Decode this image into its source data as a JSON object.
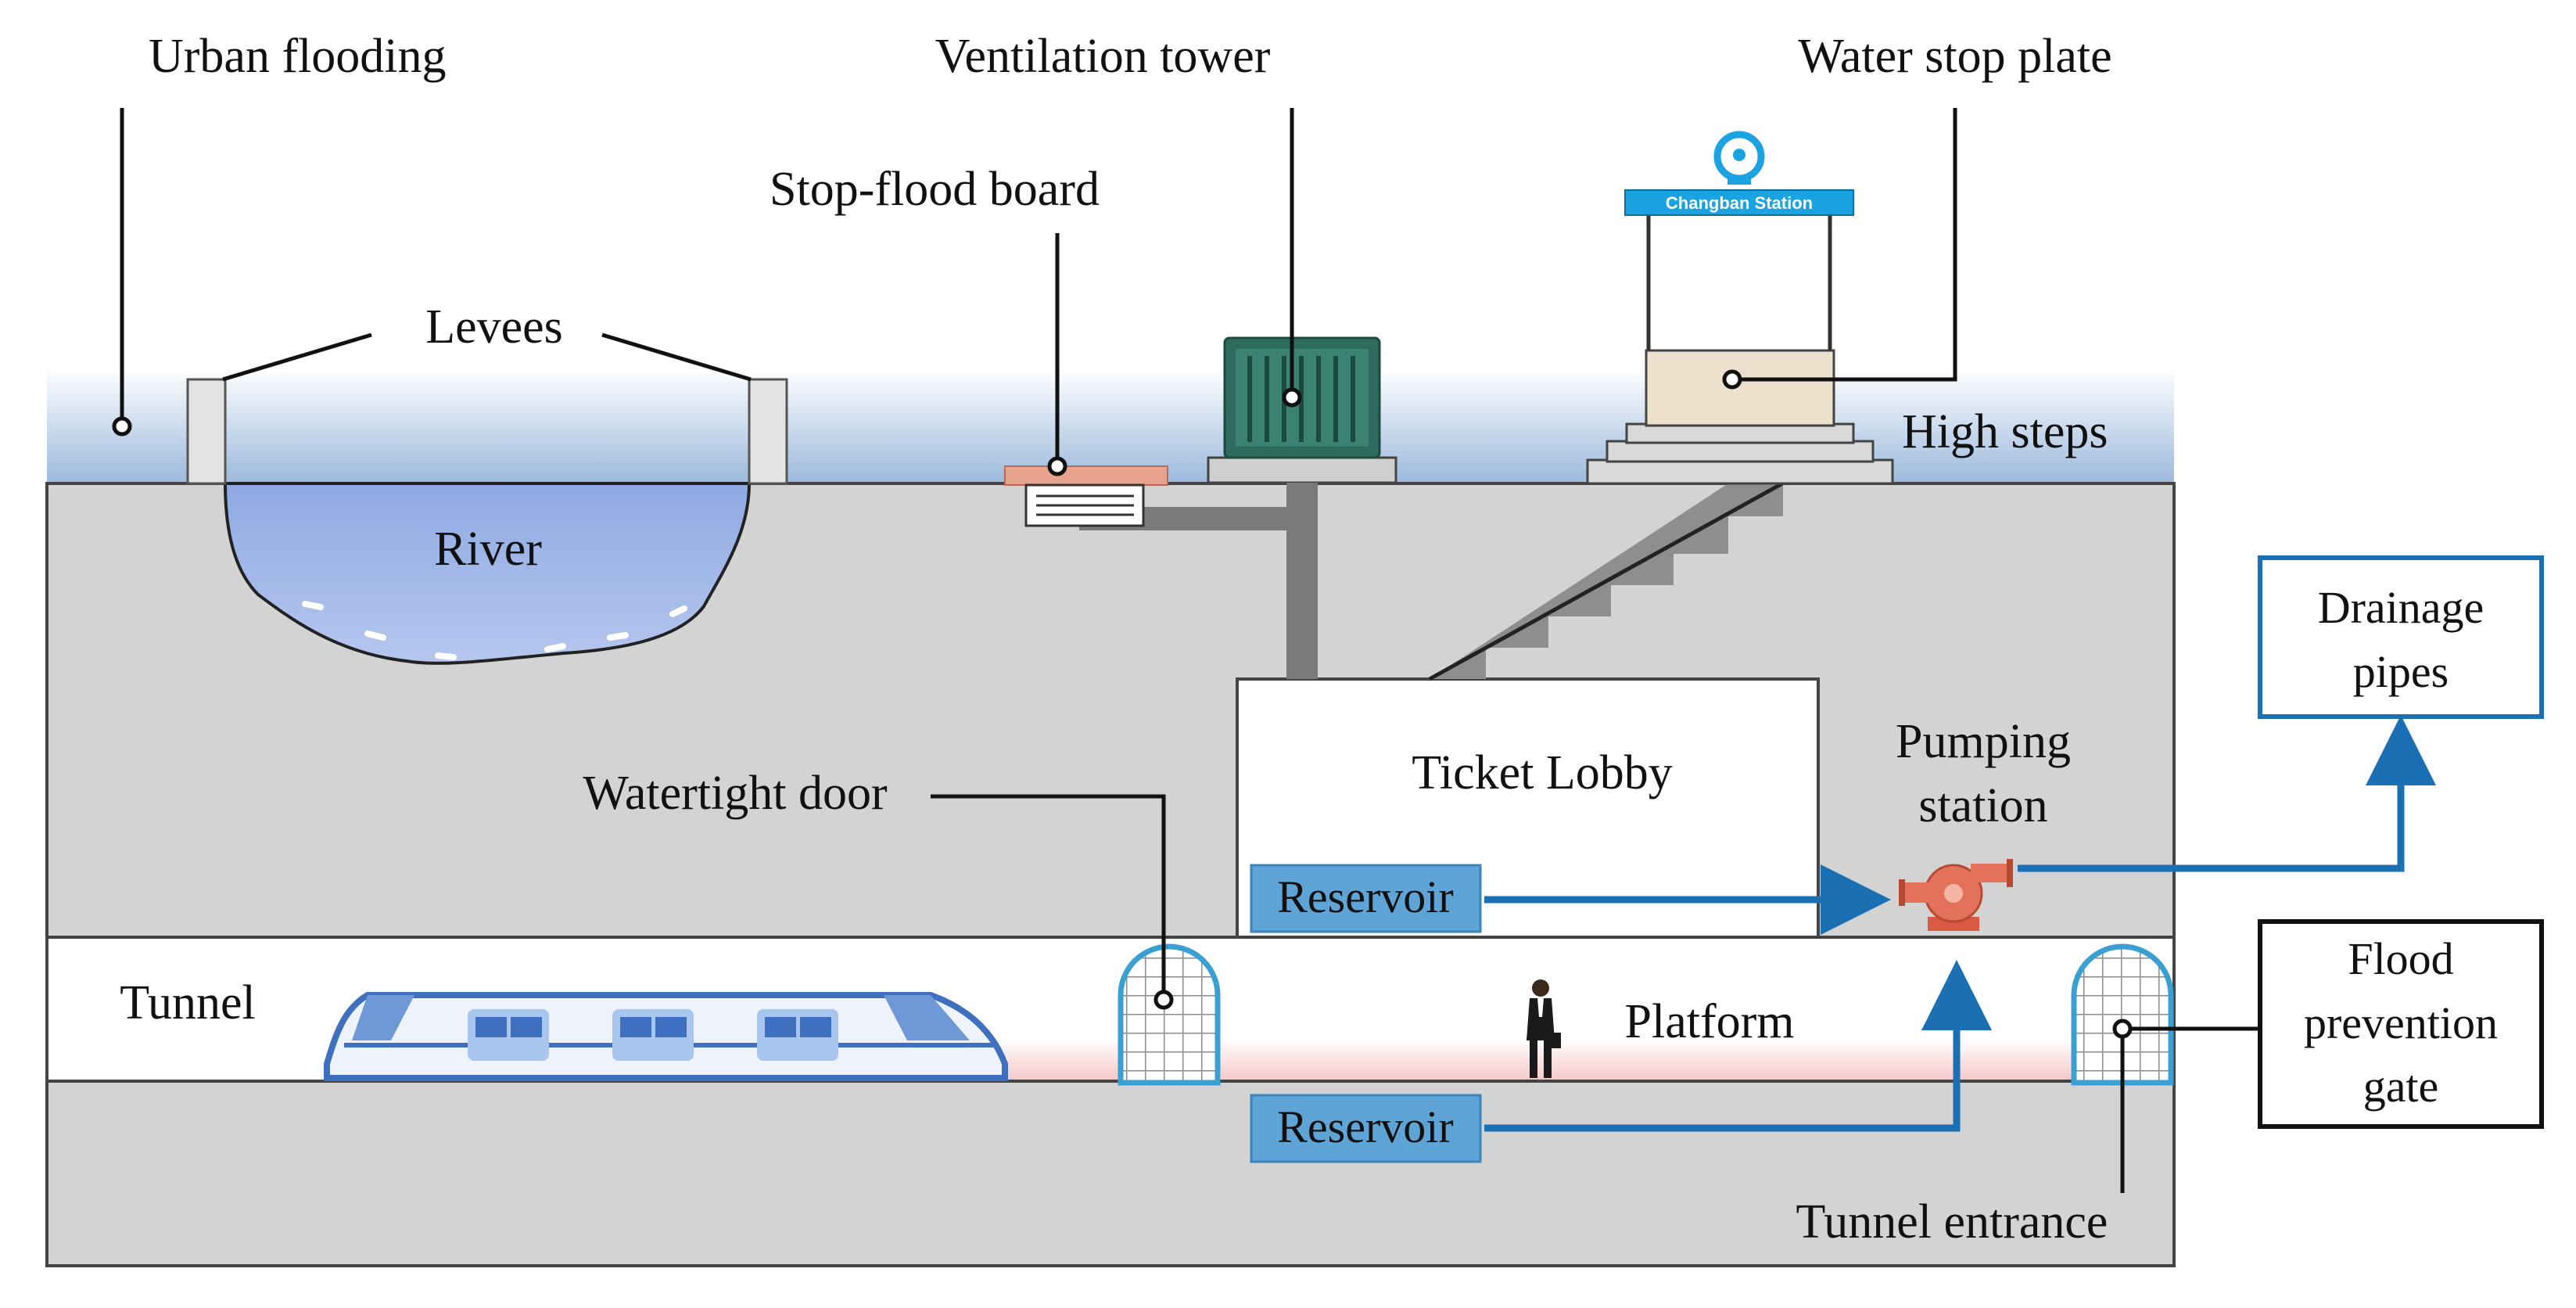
{
  "labels": {
    "urban_flooding": "Urban flooding",
    "ventilation_tower": "Ventilation tower",
    "water_stop_plate": "Water stop plate",
    "stop_flood_board": "Stop-flood board",
    "levees": "Levees",
    "high_steps": "High steps",
    "river": "River",
    "ticket_lobby": "Ticket Lobby",
    "pumping_station": [
      "Pumping",
      "station"
    ],
    "drainage_pipes": [
      "Drainage",
      "pipes"
    ],
    "watertight_door": "Watertight door",
    "reservoir_upper": "Reservoir",
    "reservoir_lower": "Reservoir",
    "tunnel": "Tunnel",
    "platform": "Platform",
    "flood_prevention_gate": [
      "Flood",
      "prevention",
      "gate"
    ],
    "tunnel_entrance": "Tunnel entrance",
    "station_sign": "Changban Station"
  },
  "colors": {
    "ground": "#d3d3d3",
    "sky_flood_top": "#ffffff",
    "sky_flood_bottom": "#9ab8dc",
    "river": "#a9bde8",
    "flow_arrow": "#1b6fb3",
    "reservoir_fill": "#5fa4d6",
    "gate_outline": "#3aa0d4",
    "stop_flood_board": "#e8a38e",
    "vent_tower": "#2e6b5e",
    "station_sign": "#1aa3e0",
    "pump": "#e4715a",
    "platform_line": "#f6c9c9",
    "train_body": "#eef3fb",
    "train_accent": "#3f6fbf"
  }
}
